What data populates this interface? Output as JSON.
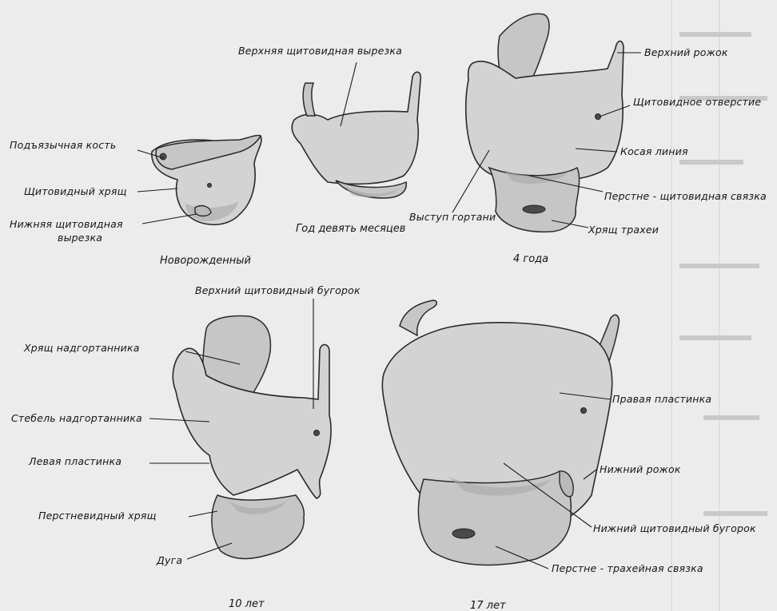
{
  "labels": {
    "hyoid_bone": "Подъязычная кость",
    "thyroid_cartilage": "Щитовидный хрящ",
    "inferior_thyroid_notch_1": "Нижняя щитовидная",
    "inferior_thyroid_notch_2": "вырезка",
    "superior_thyroid_notch": "Верхняя щитовидная вырезка",
    "superior_horn": "Верхний рожок",
    "thyroid_foramen": "Щитовидное отверстие",
    "oblique_line": "Косая линия",
    "cricothyroid_ligament": "Перстне - щитовидная связка",
    "tracheal_cartilage": "Хрящ трахеи",
    "laryngeal_prominence": "Выступ гортани",
    "superior_thyroid_tubercle": "Верхний щитовидный бугорок",
    "epiglottic_cartilage": "Хрящ надгортанника",
    "epiglottis_stalk": "Стебель надгортанника",
    "left_lamina": "Левая пластинка",
    "cricoid_cartilage": "Перстневидный хрящ",
    "arch": "Дуга",
    "right_lamina": "Правая пластинка",
    "inferior_horn": "Нижний рожок",
    "inferior_thyroid_tubercle": "Нижний щитовидный бугорок",
    "cricotracheal_ligament": "Перстне - трахейная связка"
  },
  "captions": {
    "newborn": "Новорожденный",
    "months_21": "Год девять месяцев",
    "years_4": "4 года",
    "years_10": "10 лет",
    "years_17": "17 лет"
  },
  "colors": {
    "background": "#ececec",
    "bone_fill": "#d3d3d3",
    "ink": "#151515"
  }
}
